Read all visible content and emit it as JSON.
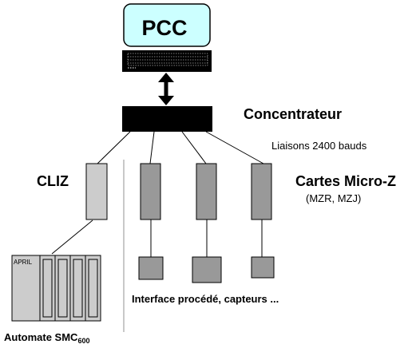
{
  "nodes": {
    "pcc": {
      "label": "PCC"
    },
    "concentrator": {
      "label": "Concentrateur"
    },
    "cliz": {
      "label": "CLIZ"
    },
    "cards": {
      "label": "Cartes Micro-Z",
      "sub": "(MZR, MZJ)"
    },
    "automate": {
      "label": "Automate SMC",
      "sub": "600",
      "brand": "APRIL"
    }
  },
  "links": {
    "label": "Liaisons 2400 bauds"
  },
  "interface": {
    "label": "Interface procédé, capteurs ..."
  },
  "colors": {
    "screen": "#ccffff",
    "concentrator": "#000000",
    "cliz": "#cccccc",
    "cards": "#999999",
    "plc": "#cccccc"
  }
}
